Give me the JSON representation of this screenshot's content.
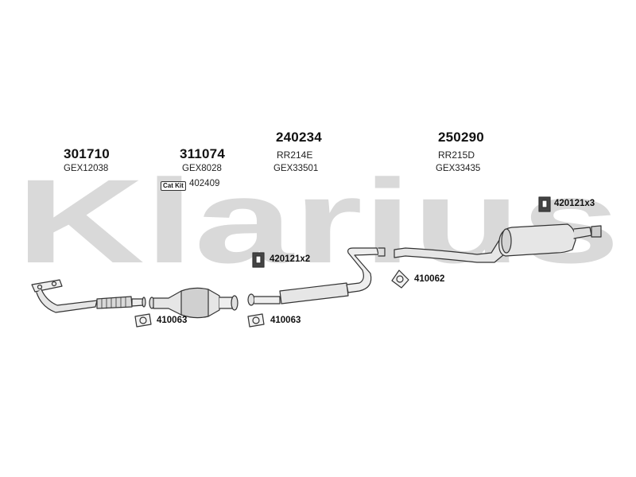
{
  "watermark": {
    "text": "Klarius",
    "color": "#d9d9d9"
  },
  "colors": {
    "line": "#333333",
    "part_fill": "#e6e6e6"
  },
  "groups": [
    {
      "code": "301710",
      "ref": "GEX12038"
    },
    {
      "code": "311074",
      "ref": "GEX8028",
      "badge": "Cat Kit",
      "badge_ref": "402409"
    },
    {
      "code": "240234",
      "ref": "RR214E",
      "ref2": "GEX33501"
    },
    {
      "code": "250290",
      "ref": "RR215D",
      "ref2": "GEX33435"
    }
  ],
  "fittings": [
    {
      "label": "420121x3",
      "icon": "rubber-mount-icon"
    },
    {
      "label": "420121x2",
      "icon": "rubber-mount-icon"
    },
    {
      "label": "410062",
      "icon": "gasket-icon"
    },
    {
      "label": "410063",
      "icon": "gasket-icon"
    },
    {
      "label": "410063",
      "icon": "gasket-icon"
    }
  ]
}
